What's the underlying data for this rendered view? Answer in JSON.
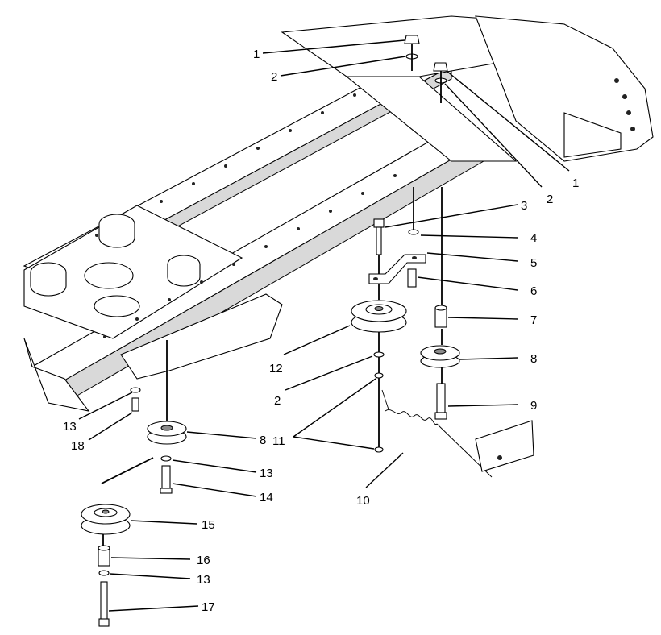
{
  "callouts": [
    "1",
    "2",
    "1",
    "2",
    "3",
    "4",
    "5",
    "6",
    "7",
    "8",
    "9",
    "12",
    "2",
    "11",
    "10",
    "13",
    "18",
    "8",
    "13",
    "14",
    "15",
    "16",
    "13",
    "17"
  ]
}
